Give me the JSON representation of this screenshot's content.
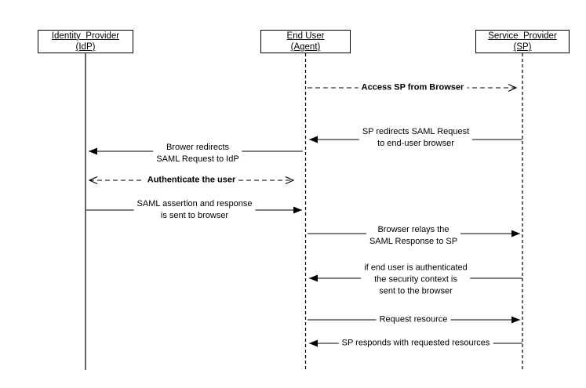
{
  "actors": [
    {
      "line1": "Identity  Provider",
      "line2": "(IdP)"
    },
    {
      "line1": "End User",
      "line2": "(Agent)"
    },
    {
      "line1": "Service  Provider",
      "line2": "(SP)"
    }
  ],
  "messages": [
    {
      "text": "Access SP from Browser"
    },
    {
      "text": "SP redirects SAML Request\nto end-user browser"
    },
    {
      "text": "Brower redirects\nSAML Request to IdP"
    },
    {
      "text": "Authenticate the user"
    },
    {
      "text": "SAML assertion and response\nis sent to browser"
    },
    {
      "text": "Browser relays the\nSAML Response to SP"
    },
    {
      "text": "if end user is authenticated\nthe security context is\nsent to the browser"
    },
    {
      "text": "Request resource"
    },
    {
      "text": "SP responds with requested resources"
    }
  ],
  "colors": {
    "line": "#000000",
    "background": "#ffffff",
    "text": "#000000"
  }
}
